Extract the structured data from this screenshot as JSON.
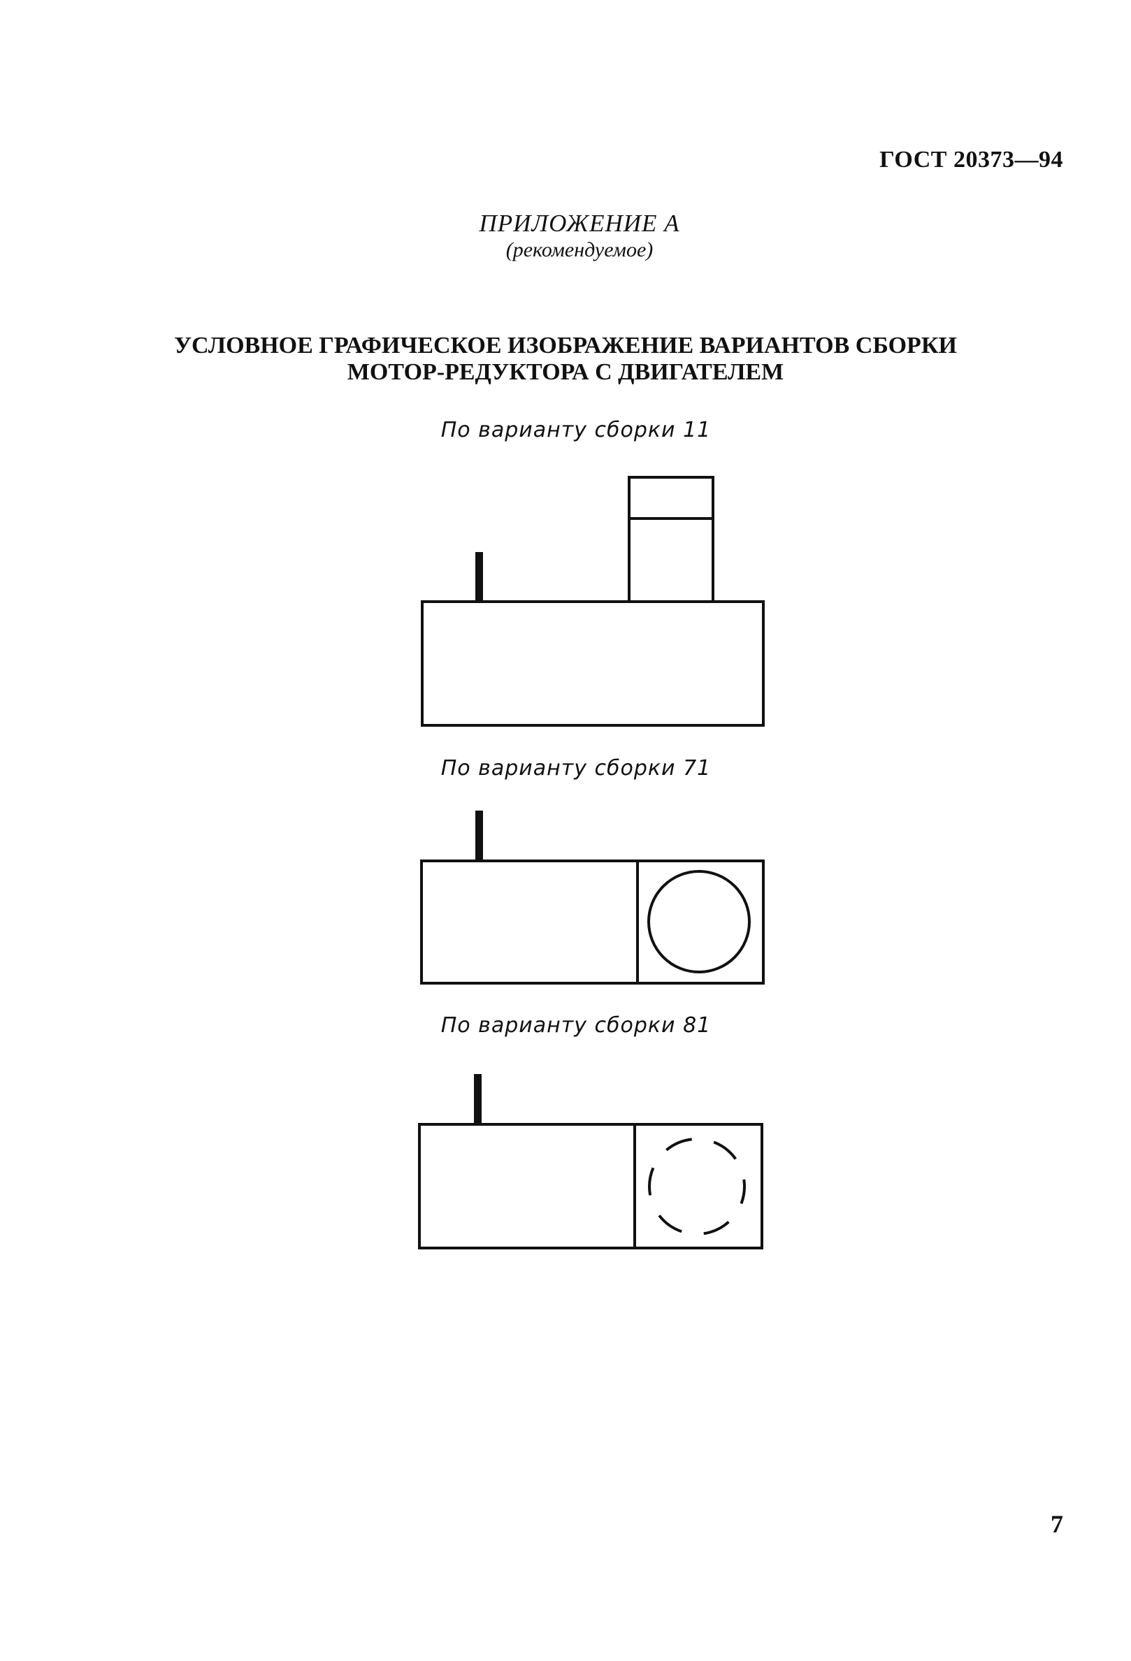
{
  "header": {
    "doc_code": "ГОСТ 20373—94"
  },
  "appendix": {
    "title": "ПРИЛОЖЕНИЕ А",
    "subtitle": "(рекомендуемое)"
  },
  "main_title": {
    "line1": "УСЛОВНОЕ ГРАФИЧЕСКОЕ ИЗОБРАЖЕНИЕ ВАРИАНТОВ СБОРКИ",
    "line2": "МОТОР-РЕДУКТОРА С ДВИГАТЕЛЕМ"
  },
  "variants": [
    {
      "caption": "По варианту сборки 11"
    },
    {
      "caption": "По варианту сборки 71"
    },
    {
      "caption": "По варианту сборки 81"
    }
  ],
  "footer": {
    "page_number": "7"
  }
}
